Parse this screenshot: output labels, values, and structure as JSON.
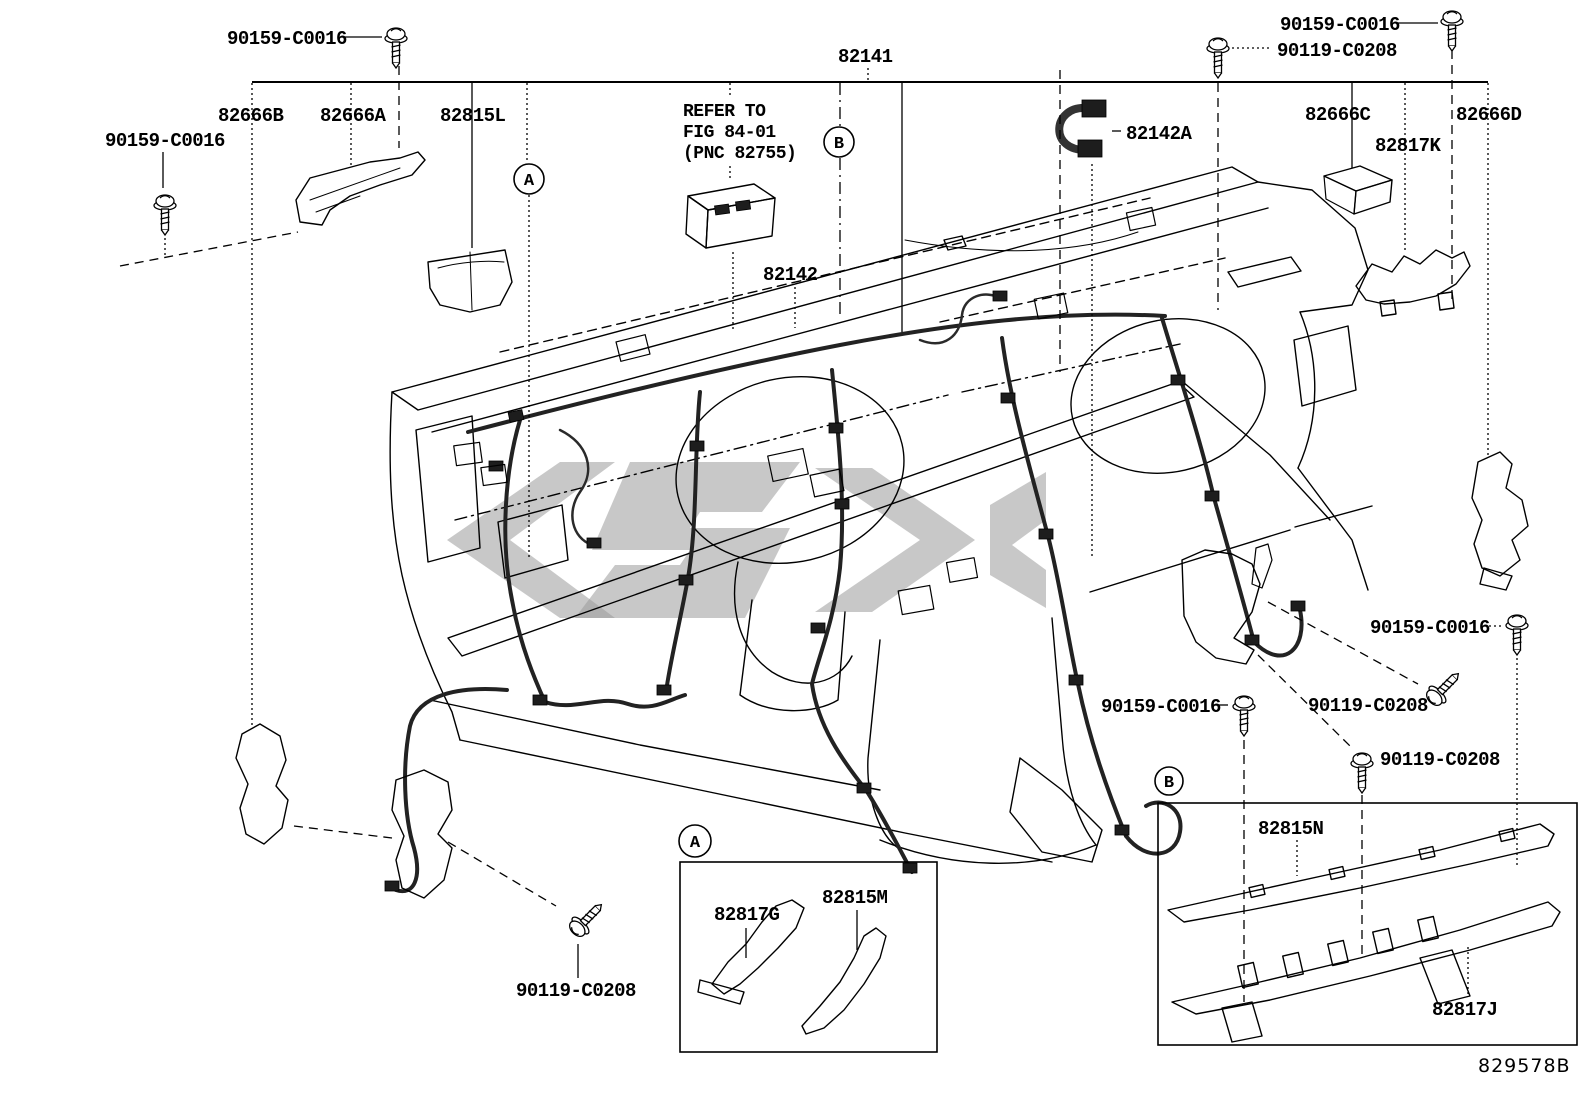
{
  "page": {
    "background": "#ffffff",
    "ink": "#000000",
    "watermark_color": "#9a9a9a",
    "diagram_code": "829578B"
  },
  "note": {
    "line1": "REFER TO",
    "line2": "FIG 84-01",
    "line3": "(PNC 82755)"
  },
  "callouts": {
    "a": "A",
    "b": "B"
  },
  "labels": {
    "bolt_top_left": "90159-C0016",
    "bolt_left": "90159-C0016",
    "bolt_top_right": "90159-C0016",
    "washer_top_right": "90119-C0208",
    "bolt_right": "90159-C0016",
    "washer_right": "90119-C0208",
    "bolt_bottom_center": "90159-C0016",
    "washer_bottom_right": "90119-C0208",
    "washer_bottom_left": "90119-C0208",
    "harness_main": "82141",
    "harness_instrument": "82142",
    "clamp": "82142A",
    "bracket_b": "82666B",
    "bracket_a": "82666A",
    "cover_l": "82815L",
    "bracket_c": "82666C",
    "bracket_d": "82666D",
    "protector_k": "82817K",
    "cover_n": "82815N",
    "protector_j": "82817J",
    "protector_g": "82817G",
    "cover_m": "82815M"
  }
}
